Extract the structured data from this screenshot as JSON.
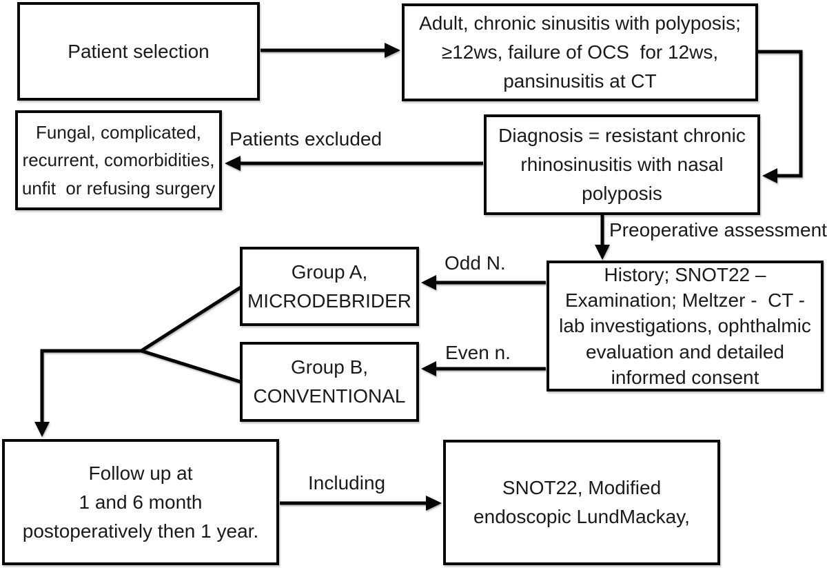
{
  "figure": {
    "type": "flowchart",
    "background": "#ffffff",
    "ink": "#1a1a1a",
    "line_color": "#060606"
  },
  "boxes": {
    "patient_selection": {
      "text": "Patient selection"
    },
    "criteria": {
      "text": "Adult, chronic sinusitis with polyposis;\n≥12ws, failure of OCS  for 12ws,\npansinusitis at CT"
    },
    "excluded_reasons": {
      "text": "Fungal, complicated,\nrecurrent, comorbidities,\nunfit  or refusing surgery"
    },
    "diagnosis": {
      "text": "Diagnosis = resistant chronic\nrhinosinusitis with nasal\npolyposis"
    },
    "preop_workup": {
      "text": "History; SNOT22 –\nExamination; Meltzer -  CT -\nlab investigations, ophthalmic\nevaluation and detailed\ninformed consent"
    },
    "group_a": {
      "text": "Group A,\nMICRODEBRIDER"
    },
    "group_b": {
      "text": "Group B,\nCONVENTIONAL"
    },
    "follow_up": {
      "text": "Follow up at\n1 and 6 month\npostoperatively then 1 year."
    },
    "outcome_measures": {
      "text": "SNOT22, Modified\nendoscopic LundMackay,"
    }
  },
  "labels": {
    "patients_excluded": "Patients excluded",
    "preoperative_assessment": "Preoperative assessment",
    "odd_n": "Odd N.",
    "even_n": "Even n.",
    "including": "Including"
  }
}
